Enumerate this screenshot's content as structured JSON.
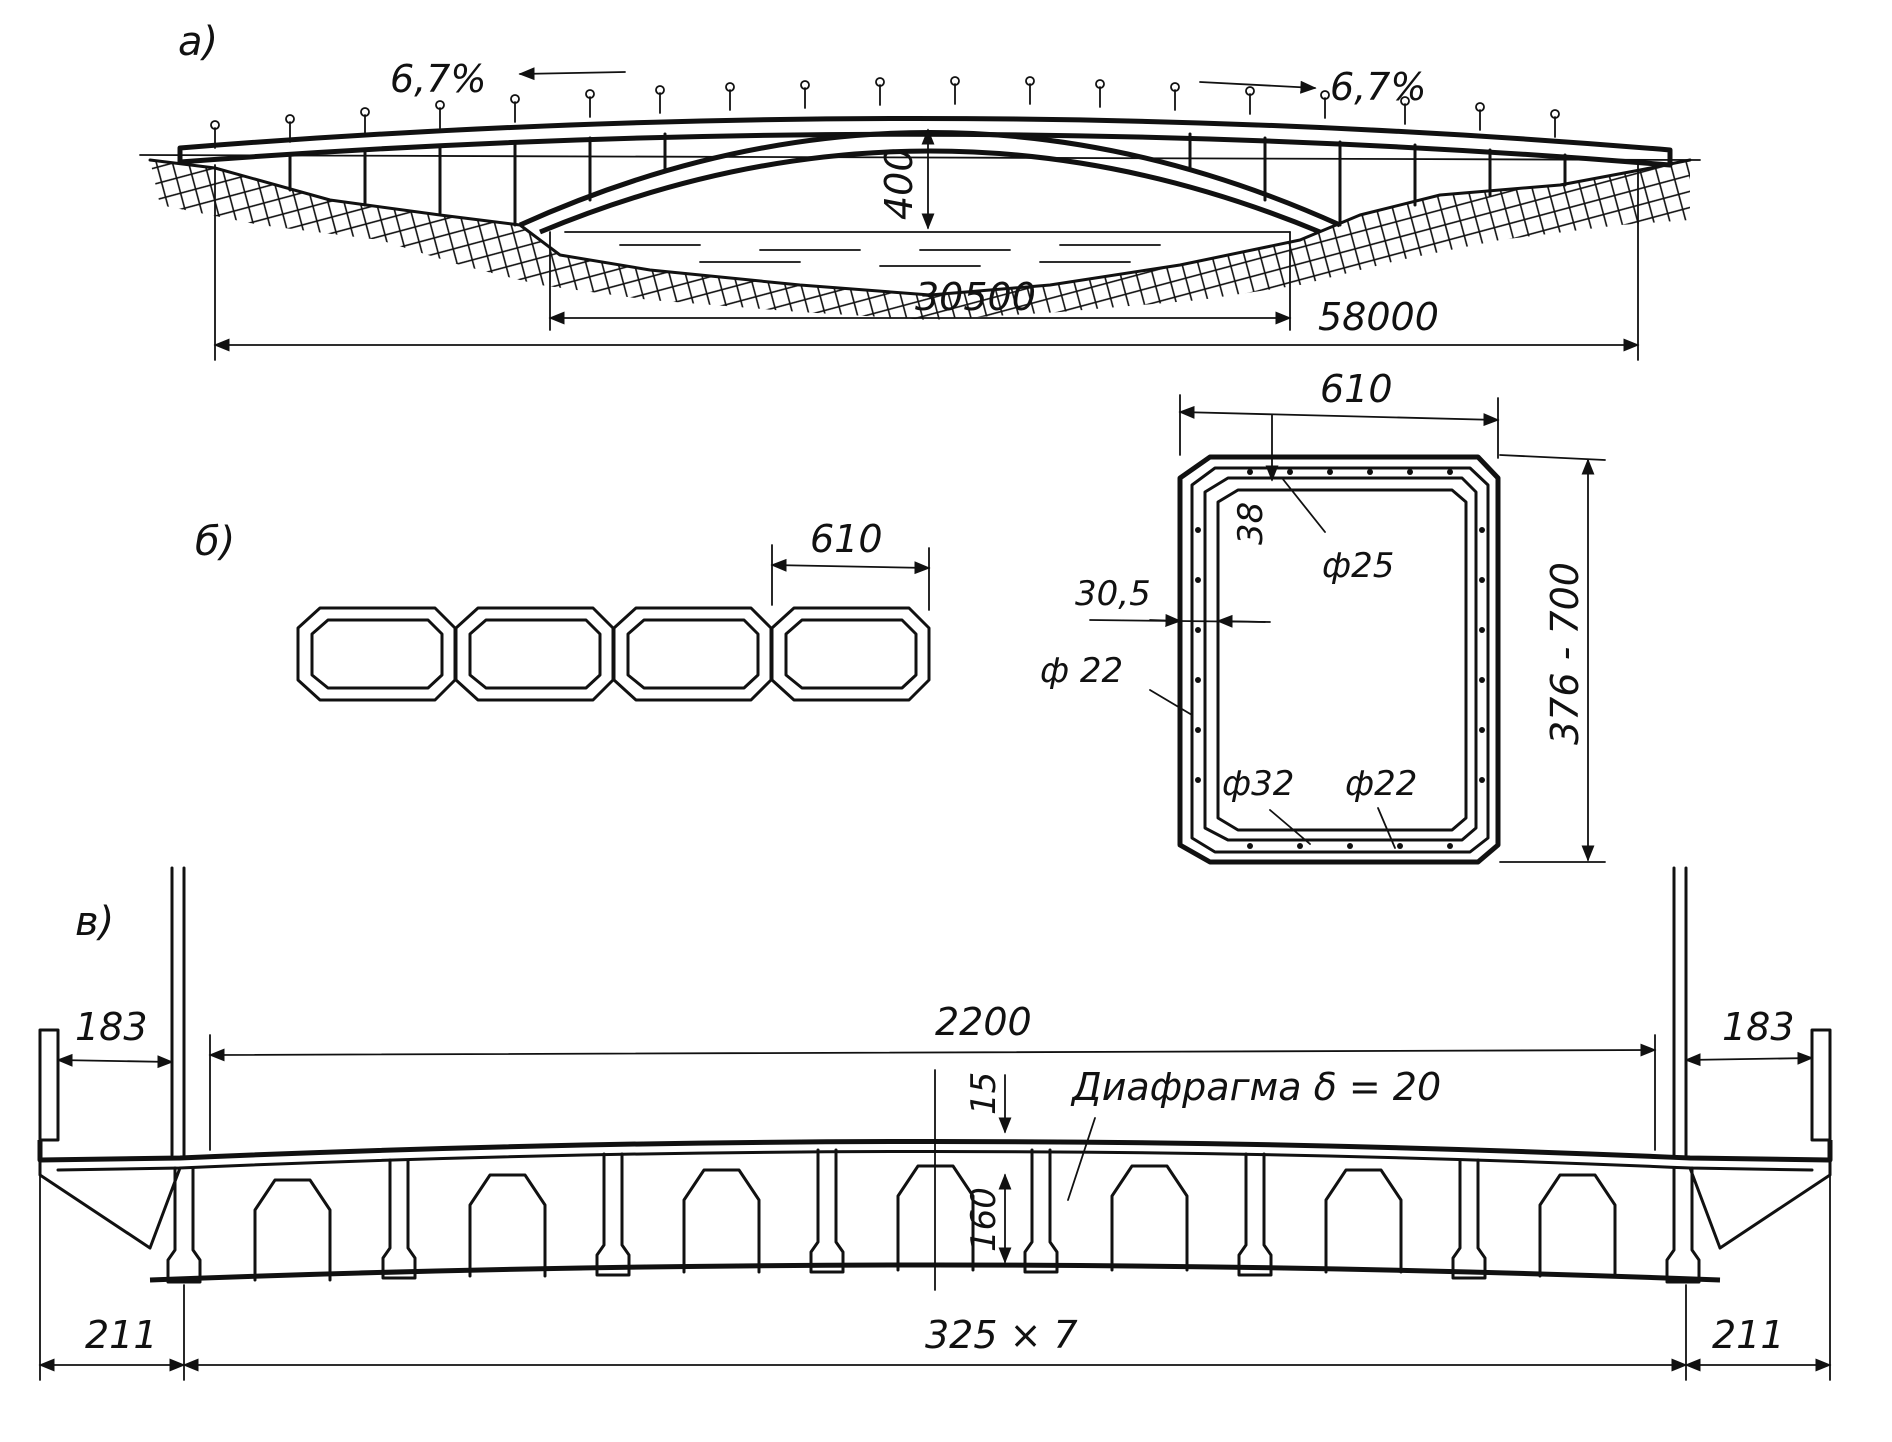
{
  "panel_a": {
    "label": "а)",
    "slope_left": "6,7%",
    "slope_right": "6,7%",
    "rise": "400",
    "span_inner": "30500",
    "span_total": "58000"
  },
  "panel_b": {
    "label": "б)",
    "box_width": "610",
    "detail_width": "610",
    "wall_top": "38",
    "wall_side": "30,5",
    "height": "376 - 700",
    "rebar_top": "ф25",
    "rebar_side": "ф 22",
    "rebar_bottom_1": "ф32",
    "rebar_bottom_2": "ф22"
  },
  "panel_c": {
    "label": "в)",
    "overhang_left": "183",
    "overhang_right": "183",
    "carriageway": "2200",
    "deck_thickness": "15",
    "box_depth": "160",
    "diaphragm": "Диафрагма δ = 20",
    "edge_left": "211",
    "edge_right": "211",
    "spacing": "325 × 7"
  }
}
